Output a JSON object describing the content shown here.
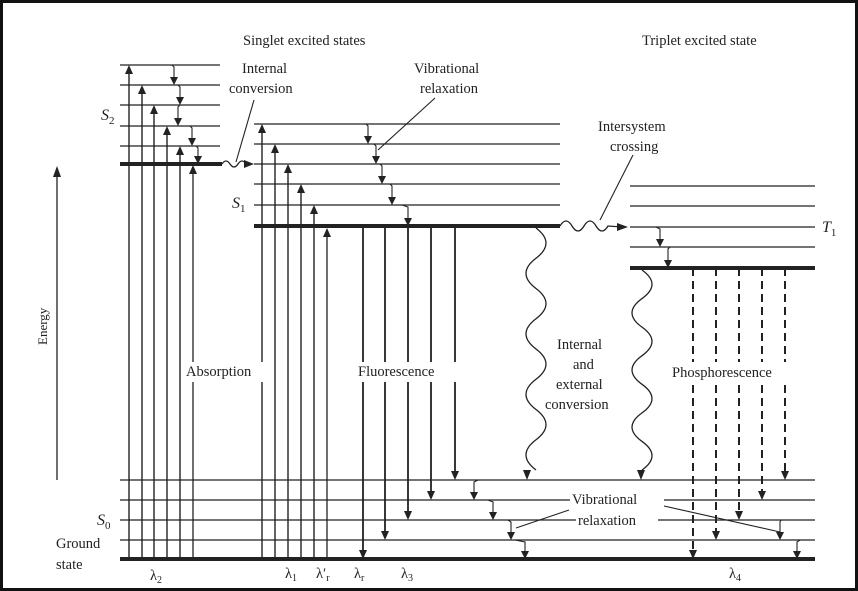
{
  "title": "Jablonski energy-level diagram",
  "labels": {
    "singlet_header": "Singlet excited states",
    "triplet_header": "Triplet excited state",
    "internal_conversion": [
      "Internal",
      "conversion"
    ],
    "vibrational_relaxation_top": [
      "Vibrational",
      "relaxation"
    ],
    "intersystem_crossing": [
      "Intersystem",
      "crossing"
    ],
    "absorption": "Absorption",
    "fluorescence": "Fluorescence",
    "internal_external_conversion": [
      "Internal",
      "and",
      "external",
      "conversion"
    ],
    "phosphorescence": "Phosphorescence",
    "vibrational_relaxation_bottom": [
      "Vibrational",
      "relaxation"
    ],
    "energy_axis": "Energy",
    "ground_state": [
      "Ground",
      "state"
    ]
  },
  "states": {
    "S2": {
      "name": "S",
      "sub": "2"
    },
    "S1": {
      "name": "S",
      "sub": "1"
    },
    "T1": {
      "name": "T",
      "sub": "1"
    },
    "S0": {
      "name": "S",
      "sub": "0"
    }
  },
  "wavelengths": {
    "l2": {
      "sym": "λ",
      "sub": "2"
    },
    "l1": {
      "sym": "λ",
      "sub": "1"
    },
    "lr_prime": {
      "sym": "λ′",
      "sub": "r"
    },
    "lr": {
      "sym": "λ",
      "sub": "r"
    },
    "l3": {
      "sym": "λ",
      "sub": "3"
    },
    "l4": {
      "sym": "λ",
      "sub": "4"
    }
  },
  "colors": {
    "ink": "#222222",
    "frame": "#111111",
    "background": "#ffffff"
  }
}
